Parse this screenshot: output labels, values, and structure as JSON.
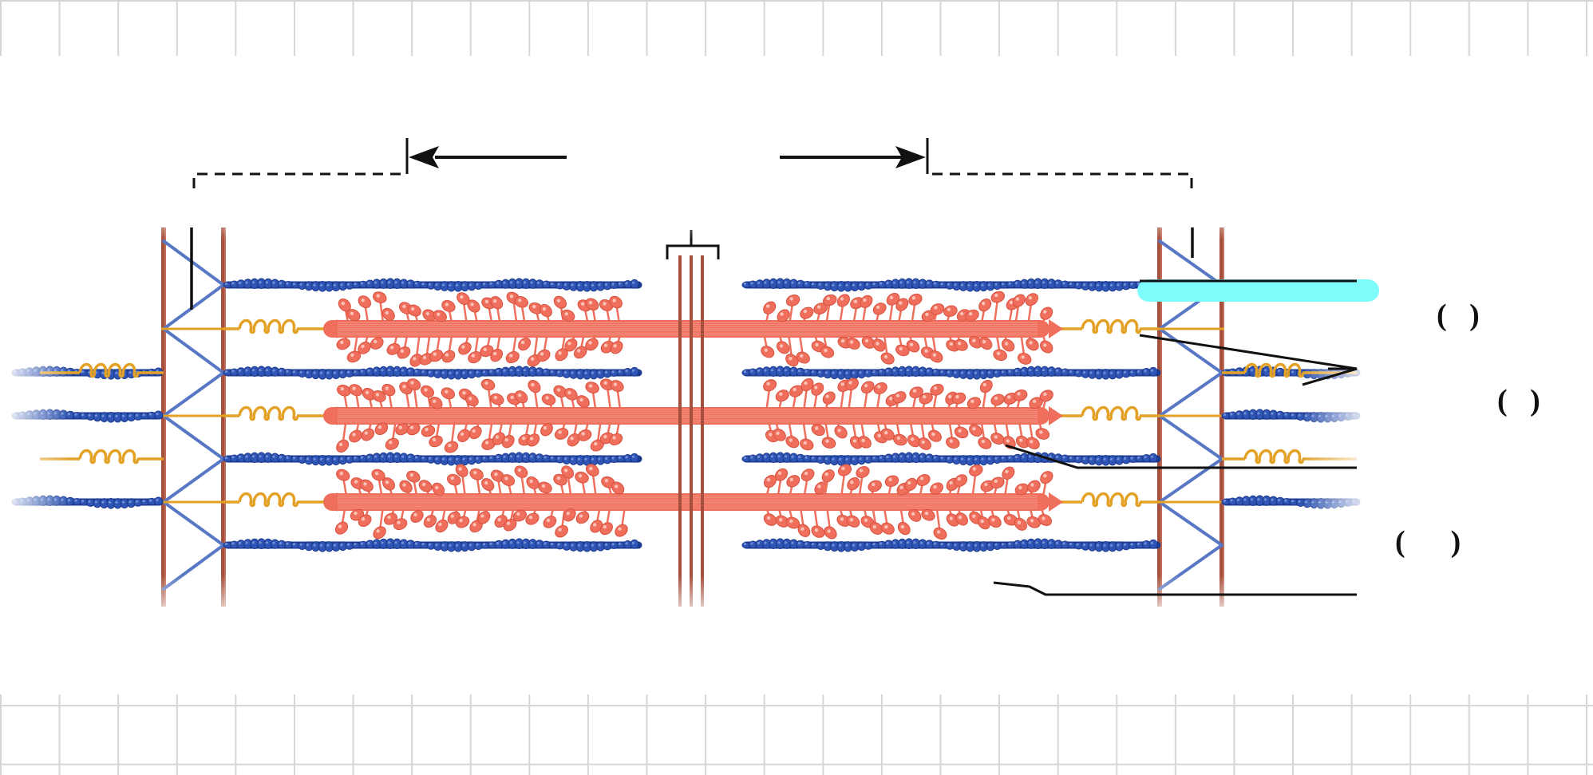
{
  "labels": [
    {
      "id": "label-1",
      "open": "(",
      "blank": "   ",
      "close": ")"
    },
    {
      "id": "label-2",
      "open": "(",
      "blank": "   ",
      "close": ")"
    },
    {
      "id": "label-3",
      "open": "(",
      "blank": "      ",
      "close": ")"
    }
  ],
  "colors": {
    "actin": "#2f56b6",
    "actin_dark": "#1c3a8e",
    "myosin": "#ef6f5c",
    "myosin_light": "#f7a79a",
    "titin": "#e3a125",
    "z_line": "#a5503c",
    "z_cross": "#5877c4",
    "highlight": "#7ffcfc",
    "leader": "#111111",
    "grid": "#d6d6d6"
  },
  "icons": [
    "arrow-left-icon",
    "arrow-right-icon"
  ]
}
